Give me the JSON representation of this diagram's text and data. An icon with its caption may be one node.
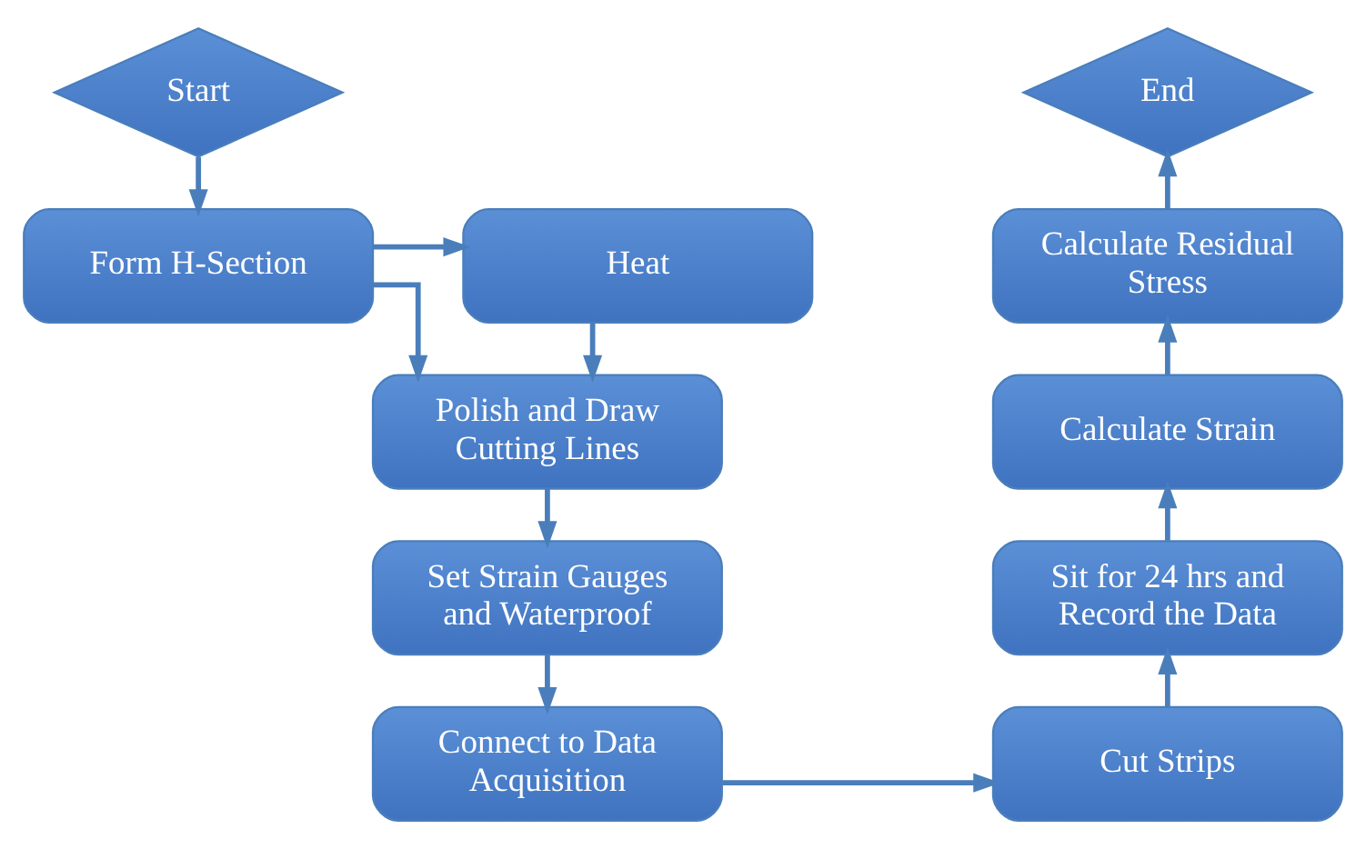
{
  "diagram": {
    "nodes": [
      {
        "text": [
          "Start"
        ]
      },
      {
        "text": [
          "Form H-Section"
        ]
      },
      {
        "text": [
          "Heat"
        ]
      },
      {
        "text": [
          "Polish and Draw Cutting Lines"
        ]
      },
      {
        "text": [
          "Set Strain Gauges and Waterproof"
        ]
      },
      {
        "text": [
          "Connect to Data Acquisition"
        ]
      },
      {
        "text": [
          "End"
        ]
      },
      {
        "text": [
          "Calculate Residual Stress"
        ]
      },
      {
        "text": [
          "Calculate Strain"
        ]
      },
      {
        "text": [
          "Sit for 24 hrs and Record the Data"
        ]
      },
      {
        "text": [
          "Cut Strips"
        ]
      }
    ],
    "edges": [
      {
        "from": 0,
        "to": 1,
        "arrow": "to"
      },
      {
        "from": 1,
        "to": 2,
        "arrow": "to"
      },
      {
        "from": 1,
        "to": 3,
        "arrow": "to"
      },
      {
        "from": 2,
        "to": 3,
        "arrow": "to"
      },
      {
        "from": 3,
        "to": 4,
        "arrow": "to"
      },
      {
        "from": 4,
        "to": 5,
        "arrow": "to"
      },
      {
        "from": 5,
        "to": 10,
        "arrow": "to"
      },
      {
        "from": 10,
        "to": 9,
        "arrow": "to"
      },
      {
        "from": 9,
        "to": 8,
        "arrow": "to"
      },
      {
        "from": 8,
        "to": 7,
        "arrow": "to"
      },
      {
        "from": 7,
        "to": 6,
        "arrow": "to"
      }
    ]
  }
}
